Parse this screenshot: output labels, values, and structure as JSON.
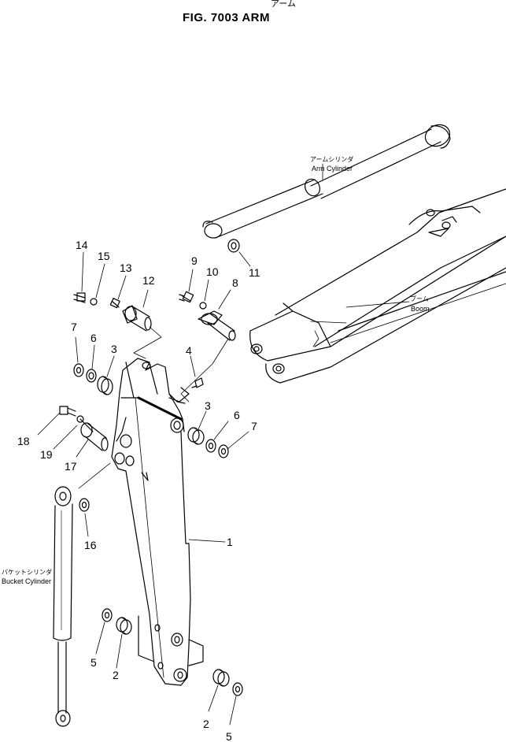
{
  "figure": {
    "title_jp": "アーム",
    "title": "FIG. 7003   ARM"
  },
  "parts": {
    "arm_cylinder": {
      "jp": "アームシリンダ",
      "en": "Arm  Cylinder"
    },
    "boom": {
      "jp": "ブーム",
      "en": "Boom"
    },
    "bucket_cylinder": {
      "jp": "バケットシリンダ",
      "en": "Bucket  Cylinder"
    }
  },
  "callouts": {
    "c1": "1",
    "c2a": "2",
    "c2b": "2",
    "c3a": "3",
    "c3b": "3",
    "c4": "4",
    "c5a": "5",
    "c5b": "5",
    "c6a": "6",
    "c6b": "6",
    "c7a": "7",
    "c7b": "7",
    "c8": "8",
    "c9": "9",
    "c10": "10",
    "c11": "11",
    "c12": "12",
    "c13": "13",
    "c14": "14",
    "c15": "15",
    "c16": "16",
    "c17": "17",
    "c18": "18",
    "c19": "19"
  }
}
